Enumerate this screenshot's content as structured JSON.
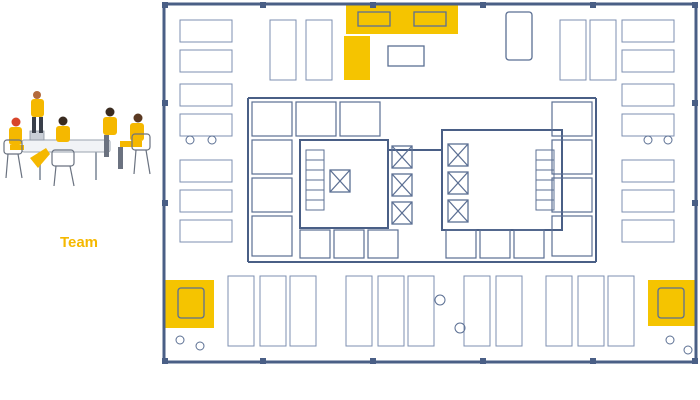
{
  "team_panel": {
    "caption": "Team",
    "illustration_icon": "team-meeting-illustration",
    "accent_color": "#f5b800"
  },
  "floor_plan": {
    "wall_color": "#4a5f86",
    "line_color": "#7d8fb0",
    "furniture_color": "#5b6f93",
    "highlight_color": "#f5c400",
    "highlighted_zones": [
      "top-meeting-room-left",
      "top-meeting-room-right",
      "top-small-room",
      "bottom-left-room",
      "bottom-right-room"
    ]
  }
}
